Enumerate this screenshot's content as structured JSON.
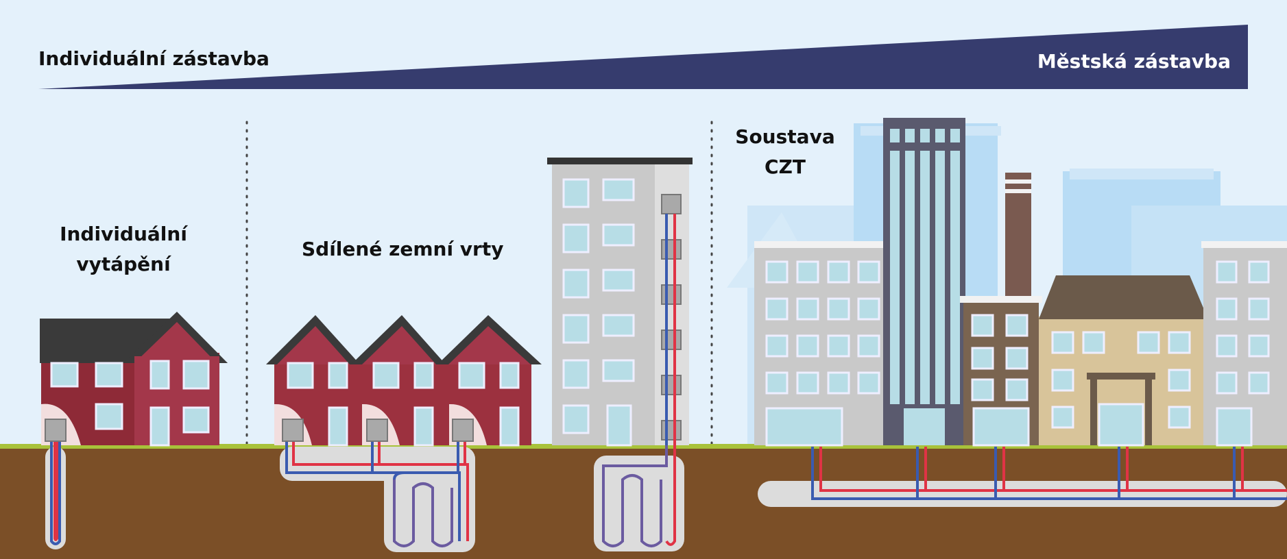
{
  "scale": {
    "left_label": "Individuální zástavba",
    "right_label": "Městská zástavba"
  },
  "sections": {
    "individual": {
      "line1": "Individuální",
      "line2": "vytápění"
    },
    "shared": {
      "label": "Sdílené zemní vrty"
    },
    "czt": {
      "line1": "Soustava",
      "line2": "CZT"
    }
  },
  "colors": {
    "sky": "#e4f1fb",
    "wedge": "#363c6e",
    "ground": "#7b4f27",
    "grass": "#a8c23a",
    "pipe_hot": "#e03345",
    "pipe_cold": "#3a5bb0",
    "brick": "#9c313f",
    "roof": "#3a3a3a",
    "concrete": "#c9c9c9",
    "window": "#b7dde6"
  }
}
